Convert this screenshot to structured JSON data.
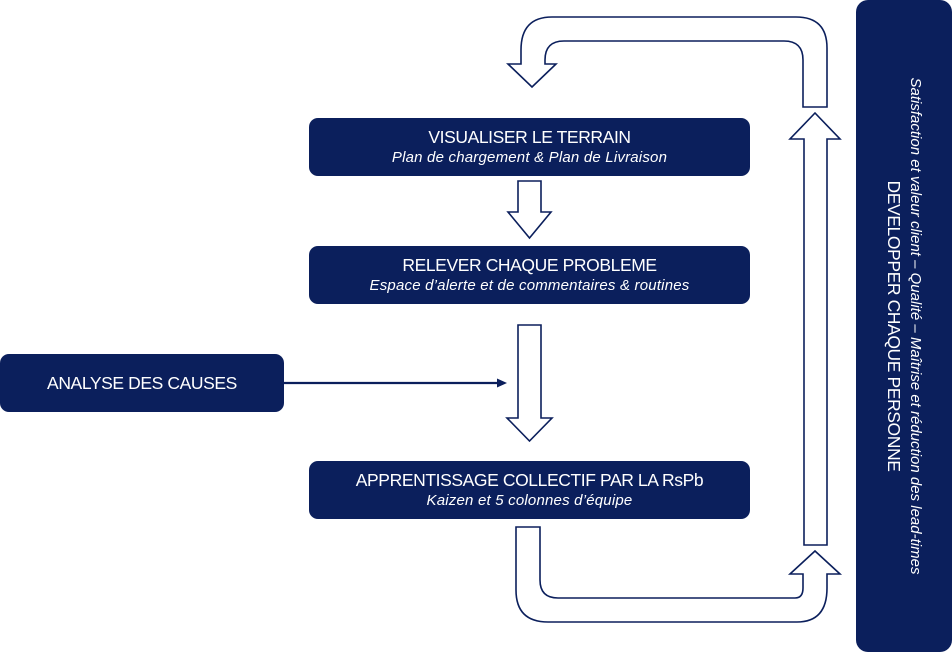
{
  "colors": {
    "box_fill": "#0b1f5c",
    "box_text": "#ffffff",
    "arrow_stroke": "#0b1f5c",
    "arrow_fill": "#ffffff",
    "background": "#ffffff"
  },
  "steps": [
    {
      "title": "VISUALISER LE TERRAIN",
      "subtitle": "Plan de chargement & Plan de Livraison"
    },
    {
      "title": "RELEVER CHAQUE PROBLEME",
      "subtitle": "Espace d’alerte et de commentaires & routines"
    },
    {
      "title": "APPRENTISSAGE COLLECTIF PAR LA RsPb",
      "subtitle": "Kaizen et 5 colonnes d’équipe"
    }
  ],
  "side_input": {
    "title": "ANALYSE DES CAUSES"
  },
  "side_banner": {
    "title": "DEVELOPPER CHAQUE PERSONNE",
    "subtitle": "Satisfaction et valeur client – Qualité – Maîtrise et réduction des lead-times"
  },
  "connectors": [
    {
      "from": "VISUALISER LE TERRAIN",
      "to": "RELEVER CHAQUE PROBLEME",
      "type": "block-arrow-down"
    },
    {
      "from": "RELEVER CHAQUE PROBLEME",
      "to": "APPRENTISSAGE COLLECTIF PAR LA RsPb",
      "type": "block-arrow-down"
    },
    {
      "from": "ANALYSE DES CAUSES",
      "to": "RELEVER CHAQUE PROBLEME → APPRENTISSAGE COLLECTIF PAR LA RsPb",
      "type": "line-arrow-right"
    },
    {
      "from": "APPRENTISSAGE COLLECTIF PAR LA RsPb",
      "to": "return-loop",
      "type": "u-turn-arrow-up"
    },
    {
      "from": "return-loop",
      "to": "return-loop-top",
      "type": "block-arrow-up"
    },
    {
      "from": "return-loop-top",
      "to": "VISUALISER LE TERRAIN",
      "type": "u-turn-arrow-down"
    }
  ]
}
